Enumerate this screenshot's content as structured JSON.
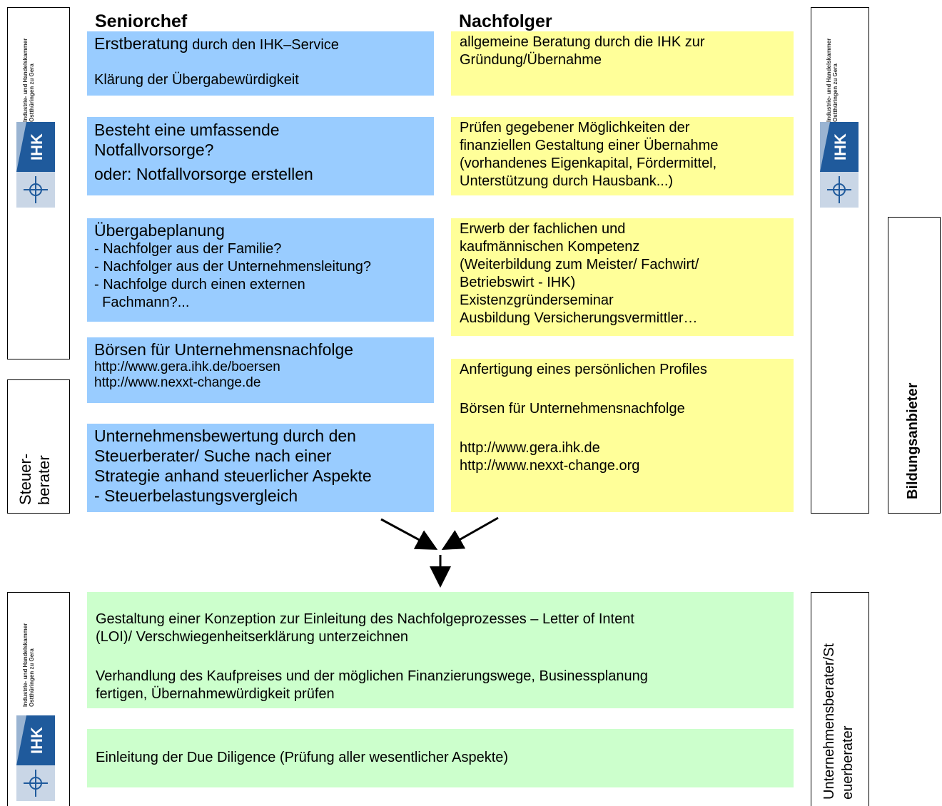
{
  "columns": {
    "left_heading": "Seniorchef",
    "right_heading": "Nachfolger"
  },
  "colors": {
    "senior_box": "#99ccff",
    "successor_box": "#ffff99",
    "joint_box": "#ccffcc",
    "ihk_blue": "#1f5a9c"
  },
  "ihk_logo": {
    "brand": "IHK",
    "org_line1": "Industrie- und Handelskammer",
    "org_line2": "Ostthüringen zu Gera",
    "icon": "autobahn-interchange-icon"
  },
  "side_labels": {
    "steuerberater_line1": "Steuer-",
    "steuerberater_line2": "berater",
    "bildungsanbieter": "Bildungsanbieter",
    "unternehmensberater_line1": "Unternehmensberater/St",
    "unternehmensberater_line2": "euerberater"
  },
  "senior": {
    "box1": {
      "title_big": "Erstberatung",
      "title_rest": " durch den IHK–Service",
      "line2": "Klärung der Übergabewürdigkeit"
    },
    "box2": {
      "line1": "Besteht eine umfassende",
      "line2": "Notfallvorsorge?",
      "line3": "oder: Notfallvorsorge erstellen"
    },
    "box3": {
      "title": "Übergabeplanung",
      "items": [
        "- Nachfolger aus der Familie?",
        "- Nachfolger aus der Unternehmensleitung?",
        "- Nachfolge durch einen externen",
        "  Fachmann?..."
      ]
    },
    "box4": {
      "title": "Börsen für Unternehmensnachfolge",
      "link1": "http://www.gera.ihk.de/boersen",
      "link2": "http://www.nexxt-change.de"
    },
    "box5": {
      "lines": [
        "Unternehmensbewertung durch den",
        "Steuerberater/ Suche nach einer",
        "Strategie anhand steuerlicher Aspekte",
        "- Steuerbelastungsvergleich"
      ]
    }
  },
  "successor": {
    "box1": {
      "lines": [
        "allgemeine Beratung durch die IHK zur",
        "Gründung/Übernahme"
      ]
    },
    "box2": {
      "lines": [
        "Prüfen gegebener Möglichkeiten der",
        "finanziellen Gestaltung einer Übernahme",
        "(vorhandenes Eigenkapital, Fördermittel,",
        "Unterstützung durch Hausbank...)"
      ]
    },
    "box3": {
      "lines": [
        "Erwerb der fachlichen und",
        "kaufmännischen Kompetenz",
        "(Weiterbildung zum Meister/ Fachwirt/",
        "Betriebswirt - IHK)",
        "Existenzgründerseminar",
        "Ausbildung Versicherungsvermittler…"
      ]
    },
    "box4": {
      "line1": "Anfertigung eines persönlichen Profiles",
      "line2": "Börsen für Unternehmensnachfolge",
      "link1": "http://www.gera.ihk.de",
      "link2": "http://www.nexxt-change.org"
    }
  },
  "joint": {
    "box1": {
      "para1_line1": "Gestaltung einer Konzeption zur Einleitung des Nachfolgeprozesses – Letter of Intent",
      "para1_line2": "(LOI)/ Verschwiegenheitserklärung unterzeichnen",
      "para2_line1": "Verhandlung des Kaufpreises und der möglichen Finanzierungswege, Businessplanung",
      "para2_line2": "fertigen, Übernahmewürdigkeit prüfen"
    },
    "box2": {
      "text": "Einleitung der Due Diligence (Prüfung aller wesentlicher Aspekte)"
    }
  }
}
